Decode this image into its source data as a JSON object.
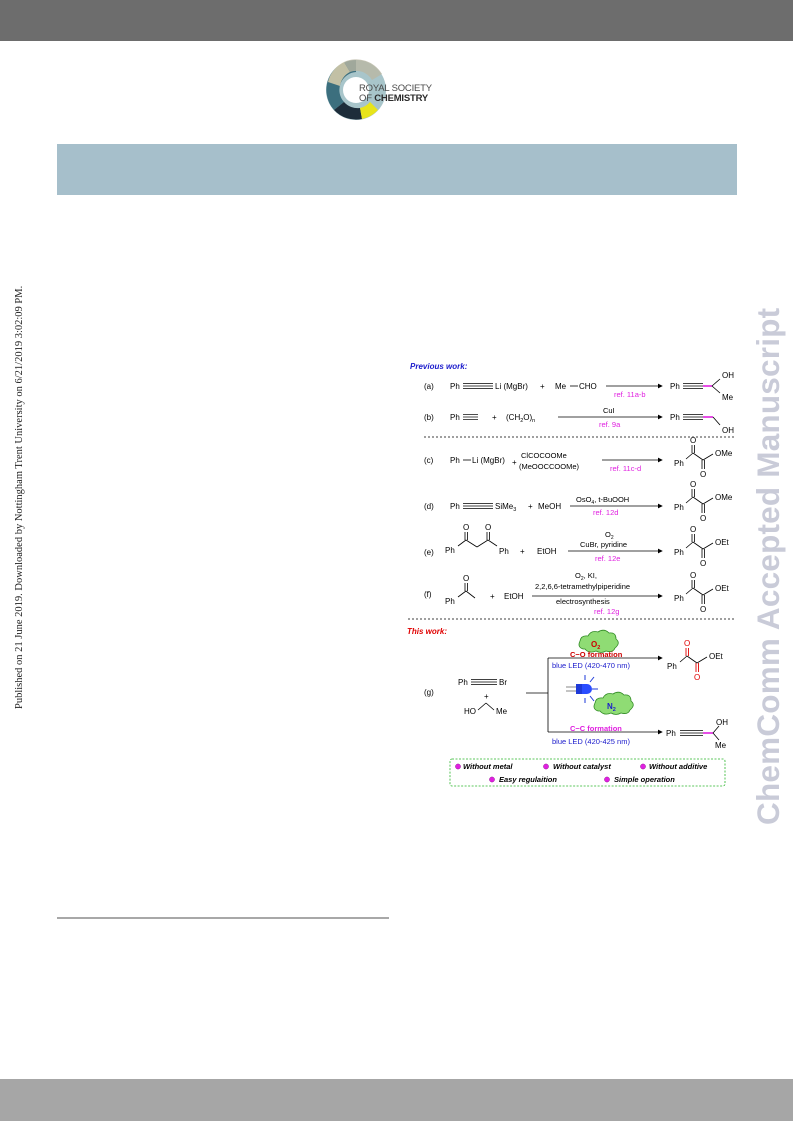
{
  "header": {
    "logo_line1": "ROYAL SOCIETY",
    "logo_line2_prefix": "OF",
    "logo_line2_bold": "CHEMISTRY"
  },
  "side": {
    "left_text": "Published on 21 June 2019. Downloaded by Nottingham Trent University on 6/21/2019 3:02:09 PM.",
    "right_text": "ChemComm Accepted Manuscript"
  },
  "colors": {
    "header_bar": "#6d6d6d",
    "footer_bar": "#a6a6a6",
    "banner": "#a6bfcb",
    "watermark": "#c9cbd8",
    "previous_work": "#1b1bcc",
    "this_work": "#e00000",
    "reference": "#e020e0",
    "new_bond": "#e020e0",
    "feature_box": "#2ab52a"
  },
  "scheme": {
    "previous_label": "Previous work:",
    "this_label": "This work:",
    "rows": {
      "a": {
        "label": "(a)",
        "reactant1": "Ph",
        "reactant1_tail": "Li (MgBr)",
        "plus": "+",
        "reactant2": "Me",
        "reactant2_tail": "CHO",
        "ref": "ref. 11a-b",
        "product": "Ph",
        "product_oh": "OH",
        "product_me": "Me"
      },
      "b": {
        "label": "(b)",
        "reactant1": "Ph",
        "plus": "+",
        "reactant2": "(CH",
        "reactant2_sub1": "2",
        "reactant2_mid": "O)",
        "reactant2_sub2": "n",
        "reagent": "CuI",
        "ref": "ref. 9a",
        "product": "Ph",
        "product_oh": "OH"
      },
      "c": {
        "label": "(c)",
        "reactant1": "Ph",
        "reactant1_tail": "Li (MgBr)",
        "plus": "+",
        "reagent1": "ClCOCOOMe",
        "reagent2": "(MeOOCCOOMe)",
        "ref": "ref. 11c-d",
        "product_ph": "Ph",
        "product_o1": "O",
        "product_o2": "O",
        "product_tail": "OMe"
      },
      "d": {
        "label": "(d)",
        "reactant1": "Ph",
        "reactant1_tail": "SiMe",
        "reactant1_sub": "3",
        "plus": "+",
        "reactant2": "MeOH",
        "reagent_a": "OsO",
        "reagent_sub": "4",
        "reagent_b": ", t-BuOOH",
        "ref": "ref. 12d",
        "product_ph": "Ph",
        "product_o1": "O",
        "product_o2": "O",
        "product_tail": "OMe"
      },
      "e": {
        "label": "(e)",
        "reactant_ph1": "Ph",
        "reactant_ph2": "Ph",
        "reactant_o1": "O",
        "reactant_o2": "O",
        "plus": "+",
        "reactant2": "EtOH",
        "reagent1_a": "O",
        "reagent1_sub": "2",
        "reagent2": "CuBr, pyridine",
        "ref": "ref. 12e",
        "product_ph": "Ph",
        "product_o1": "O",
        "product_o2": "O",
        "product_tail": "OEt"
      },
      "f": {
        "label": "(f)",
        "reactant_ph": "Ph",
        "reactant_o": "O",
        "plus": "+",
        "reactant2": "EtOH",
        "reagent1_a": "O",
        "reagent1_sub": "2",
        "reagent1_b": ", KI,",
        "reagent2": "2,2,6,6-tetramethylpiperidine",
        "reagent3": "electrosynthesis",
        "ref": "ref. 12g",
        "product_ph": "Ph",
        "product_o1": "O",
        "product_o2": "O",
        "product_tail": "OEt"
      },
      "g": {
        "label": "(g)",
        "reactant1": "Ph",
        "reactant1_tail": "Br",
        "plus": "+",
        "reactant2_ho": "HO",
        "reactant2_me": "Me",
        "cloud_top_a": "O",
        "cloud_top_sub": "2",
        "top_condition": "C−O  formation",
        "top_light": "blue LED (420-470 nm)",
        "cloud_bottom_a": "N",
        "cloud_bottom_sub": "2",
        "bottom_condition": "C−C  formation",
        "bottom_light": "blue LED (420-425 nm)",
        "top_product_ph": "Ph",
        "top_product_o1": "O",
        "top_product_o2": "O",
        "top_product_tail": "OEt",
        "bottom_product_ph": "Ph",
        "bottom_product_oh": "OH",
        "bottom_product_me": "Me"
      }
    },
    "features": [
      "Without metal",
      "Without catalyst",
      "Without additive",
      "Easy regulaition",
      "Simple operation"
    ]
  }
}
